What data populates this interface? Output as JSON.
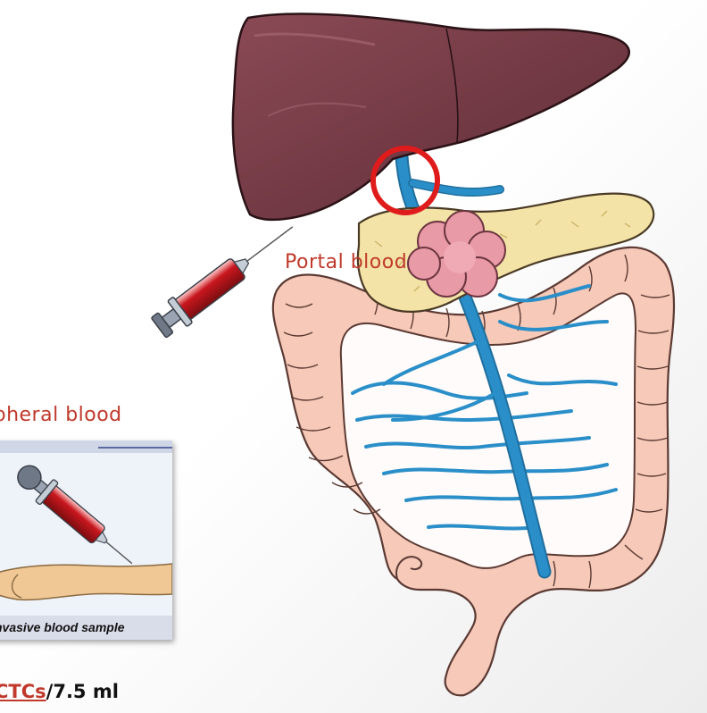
{
  "labels": {
    "portal_blood": "Portal blood",
    "peripheral_blood": "ipheral blood",
    "inset_caption": "nvasive blood sample",
    "ctc_unit": "CTCs",
    "ctc_volume": "/7.5 ml"
  },
  "colors": {
    "accent_red": "#c0392b",
    "liver": "#7b3f4a",
    "pancreas": "#f3e3a6",
    "tumor": "#e89aa6",
    "intestine": "#f6c9b8",
    "vessel": "#2a8fc9",
    "syringe_barrel": "#c8171e"
  },
  "icons": [
    "liver-icon",
    "pancreas-icon",
    "tumor-icon",
    "colon-icon",
    "small-intestine-icon",
    "portal-vein-icon",
    "highlight-circle-icon",
    "syringe-icon",
    "arm-icon"
  ]
}
